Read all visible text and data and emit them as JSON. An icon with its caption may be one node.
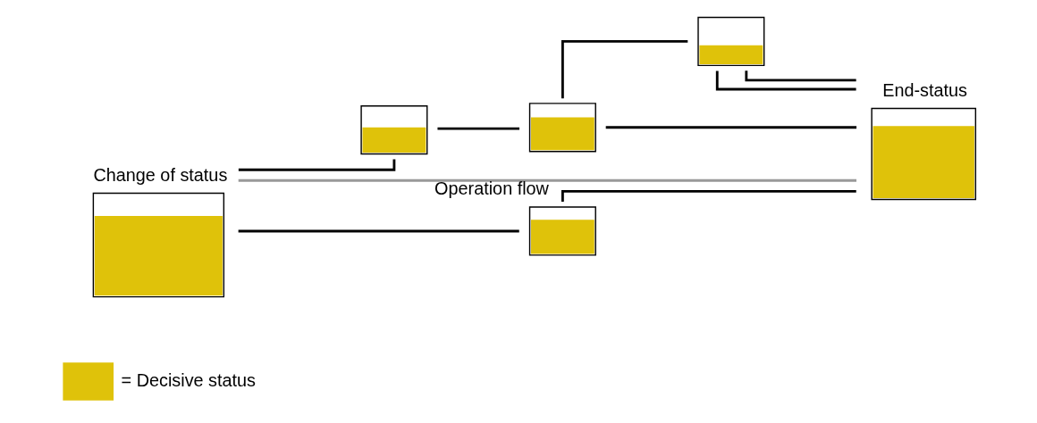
{
  "diagram": {
    "nodes": [
      {
        "text": [
          "Change of status"
        ]
      },
      {
        "text": [],
        "shape": "box"
      },
      {
        "text": [],
        "shape": "box"
      },
      {
        "text": [],
        "shape": "box"
      },
      {
        "text": [],
        "shape": "box"
      },
      {
        "text": [
          "End-status"
        ]
      }
    ],
    "edges": [
      {
        "from": 0,
        "to": 1,
        "arrow": "none"
      },
      {
        "from": 1,
        "to": 2,
        "arrow": "none"
      },
      {
        "from": 2,
        "to": 3,
        "arrow": "none"
      },
      {
        "from": 3,
        "to": 5,
        "arrow": "none"
      },
      {
        "from": 2,
        "to": 5,
        "arrow": "none"
      },
      {
        "from": 3,
        "to": 5,
        "arrow": "none"
      },
      {
        "from": 0,
        "to": 5,
        "arrow": "none",
        "label": "Operation flow",
        "color": "#999999"
      },
      {
        "from": 0,
        "to": 4,
        "arrow": "none"
      },
      {
        "from": 4,
        "to": 5,
        "arrow": "none"
      }
    ],
    "legend": [
      {
        "text": "= Decisive status",
        "color": "#dfc20a"
      }
    ]
  }
}
